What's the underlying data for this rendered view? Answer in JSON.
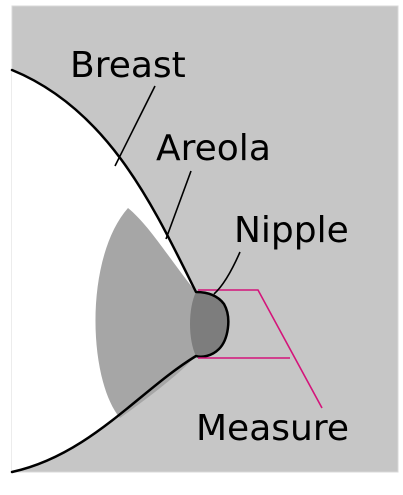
{
  "diagram": {
    "labels": {
      "breast": "Breast",
      "areola": "Areola",
      "nipple": "Nipple",
      "measure": "Measure"
    },
    "colors": {
      "background": "#c6c6c6",
      "breast_fill": "#ffffff",
      "areola_fill": "#a6a6a6",
      "nipple_fill": "#7d7d7d",
      "outline": "#000000",
      "measure_line": "#d4147a",
      "frame_border": "#d8d8d8"
    }
  }
}
